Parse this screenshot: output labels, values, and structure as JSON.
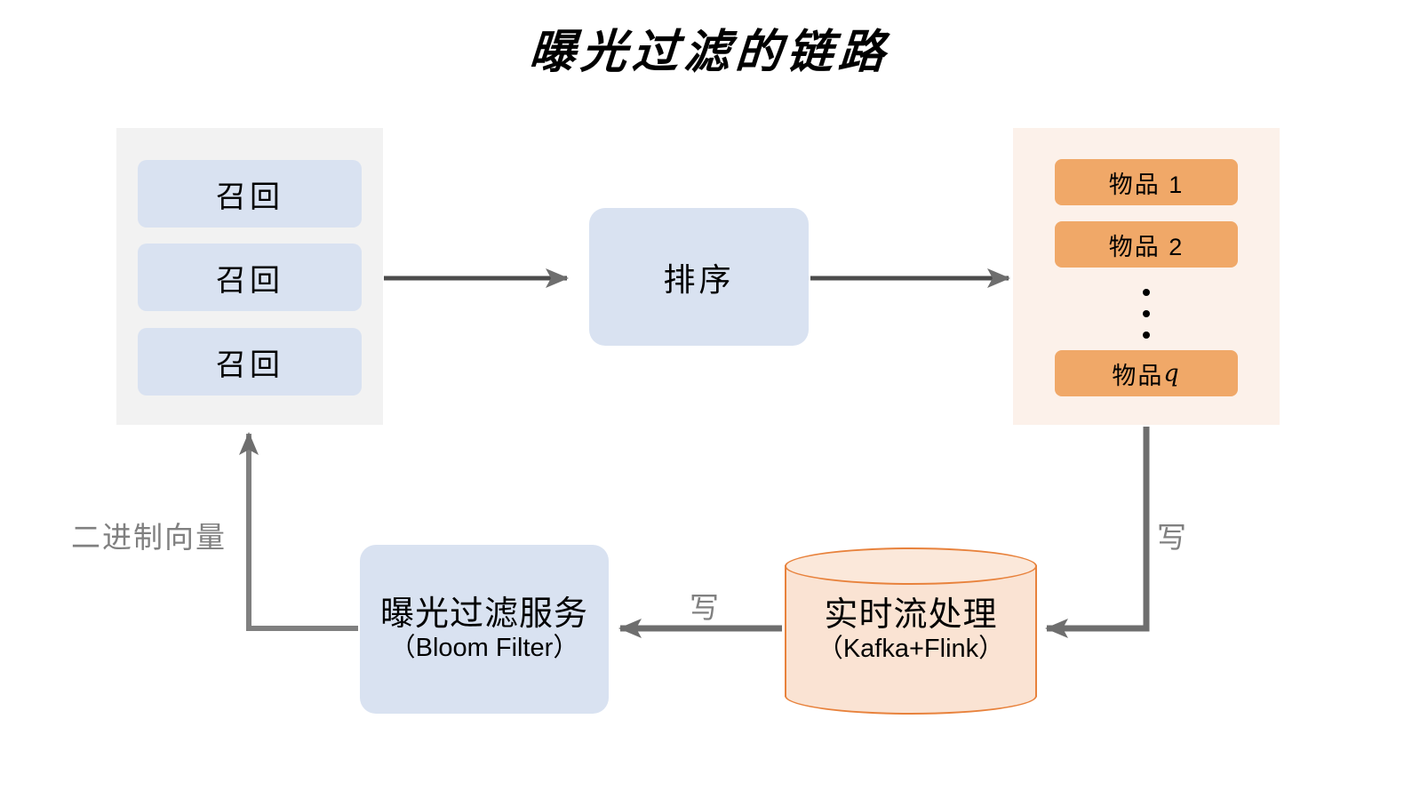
{
  "title": "曝光过滤的链路",
  "recall_panel": {
    "name": "recall-stage",
    "boxes": [
      {
        "label": "召回"
      },
      {
        "label": "召回"
      },
      {
        "label": "召回"
      }
    ]
  },
  "rank": {
    "label": "排序"
  },
  "items_panel": {
    "name": "ranked-items",
    "boxes": [
      {
        "label": "物品 1"
      },
      {
        "label": "物品 2"
      }
    ],
    "ellipsis": "⋮",
    "last_box": {
      "prefix": "物品 ",
      "symbol": "q"
    }
  },
  "bloom_service": {
    "main": "曝光过滤服务",
    "sub": "（Bloom Filter）"
  },
  "stream_processing": {
    "main": "实时流处理",
    "sub": "（Kafka+Flink）"
  },
  "edges": {
    "binary_vector": "二进制向量",
    "write_middle": "写",
    "write_right": "写"
  },
  "colors": {
    "panel_recall_bg": "#F2F2F2",
    "panel_items_bg": "#FCF1EA",
    "box_blue": "#D9E2F1",
    "box_orange": "#F0A868",
    "cylinder_stroke": "#E8823C",
    "cylinder_fill": "#FAE3D3",
    "arrow": "#6E6E6E",
    "label_gray": "#808080",
    "text": "#000000"
  }
}
